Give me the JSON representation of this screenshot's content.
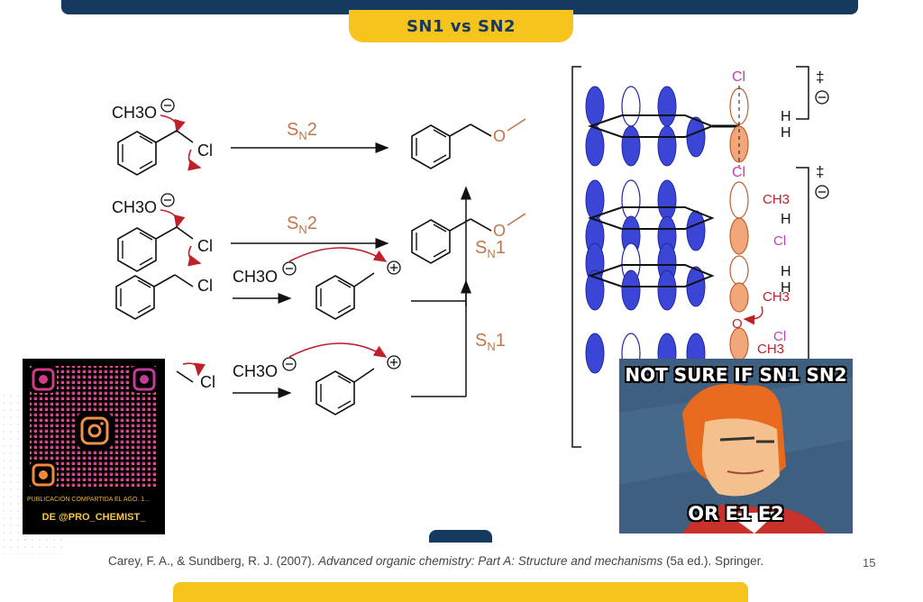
{
  "slide": {
    "title": "SN1 vs SN2",
    "page_number": "15",
    "citation_authors": "Carey, F. A., & Sundberg, R. J. (2007). ",
    "citation_title": "Advanced organic chemistry: Part A: Structure and mechanisms",
    "citation_tail": " (5a ed.). Springer."
  },
  "scheme": {
    "nucleophile": "CH3O",
    "leaving_group": "Cl",
    "product_O": "O",
    "sn2_label_1": "SN2",
    "sn2_label_2": "SN2",
    "sn1_label_1": "SN1",
    "sn1_label_2": "SN1",
    "double_dagger": "‡",
    "H": "H",
    "CH3": "CH3"
  },
  "qr_card": {
    "caption_small": "PUBLICACIÓN COMPARTIDA EL AGO. 1...",
    "caption_handle": "DE @PRO_CHEMIST_"
  },
  "meme": {
    "top_text": "NOT SURE IF SN1 SN2",
    "bottom_text": "OR E1 E2"
  },
  "colors": {
    "navy": "#163a5f",
    "yellow": "#f7c41d",
    "orbital_blue": "#3b46d6",
    "orbital_orange": "#f2a77a",
    "label_brown": "#c0764b",
    "red_arrow": "#c0202a",
    "magenta": "#c040b0"
  }
}
